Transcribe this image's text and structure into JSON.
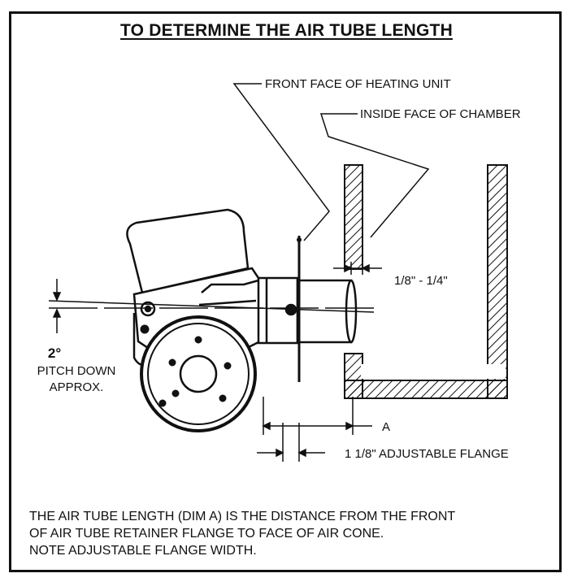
{
  "title": "TO DETERMINE THE AIR TUBE LENGTH",
  "labels": {
    "front_face": "FRONT FACE OF HEATING UNIT",
    "inside_face": "INSIDE FACE OF CHAMBER",
    "gap": "1/8\" - 1/4\"",
    "pitch_angle": "2°",
    "pitch_line1": "PITCH DOWN",
    "pitch_line2": "APPROX.",
    "dim_a": "A",
    "flange": "1 1/8\" ADJUSTABLE FLANGE"
  },
  "note_lines": [
    "THE AIR TUBE LENGTH (DIM A) IS THE DISTANCE FROM THE FRONT",
    "OF AIR TUBE RETAINER FLANGE TO FACE OF AIR CONE.",
    "NOTE ADJUSTABLE FLANGE WIDTH."
  ]
}
